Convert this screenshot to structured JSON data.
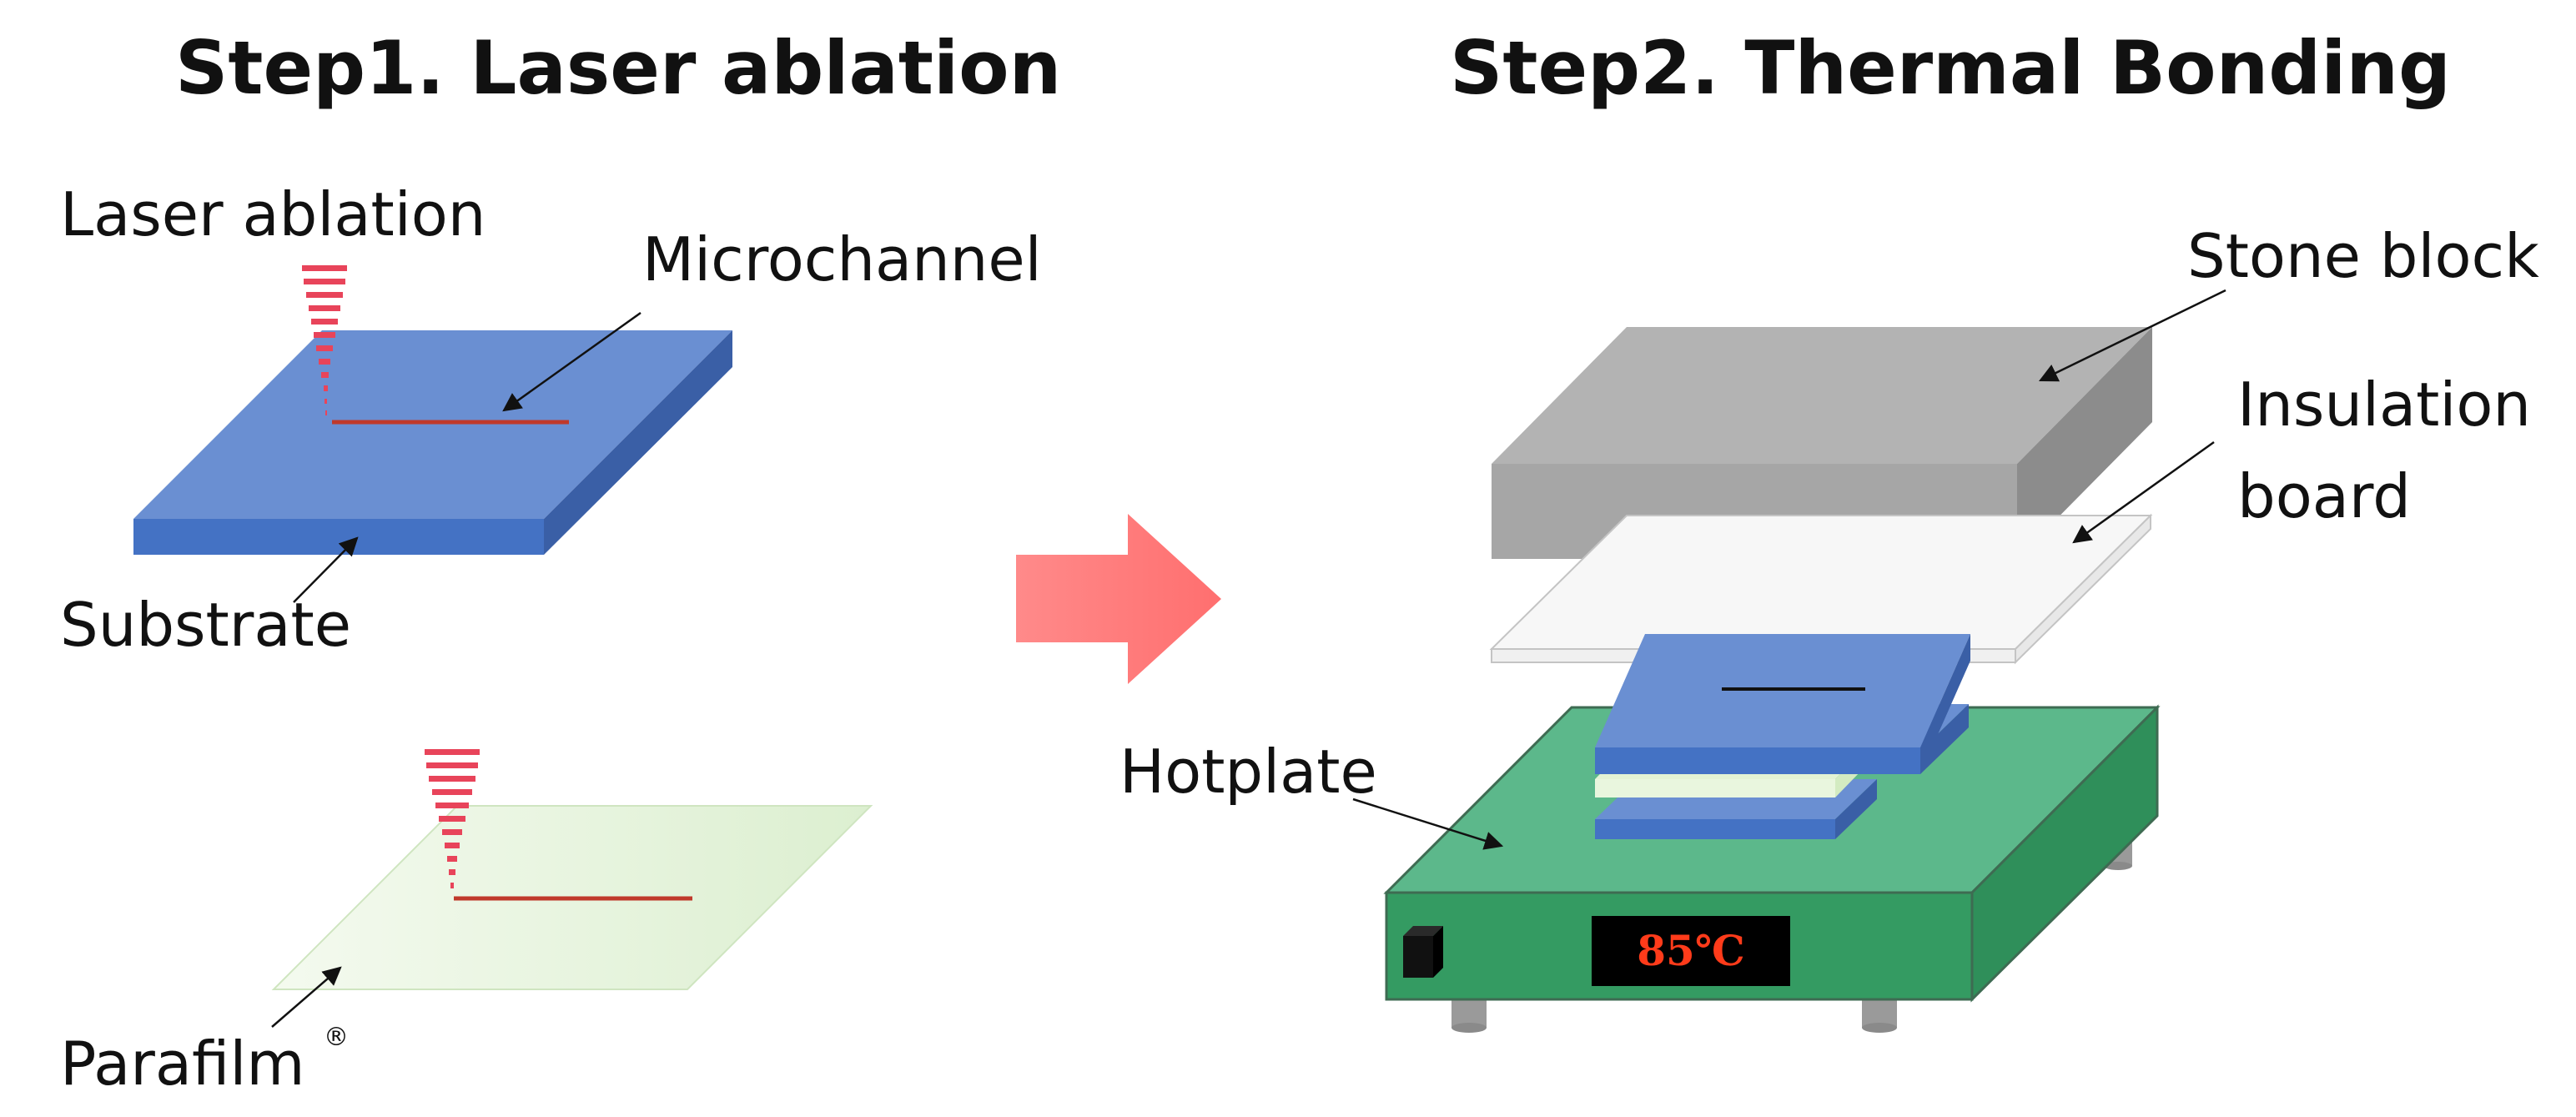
{
  "titles": {
    "step1": "Step1. Laser ablation",
    "step2": "Step2. Thermal Bonding"
  },
  "step1_labels": {
    "laser_ablation": "Laser ablation",
    "microchannel": "Microchannel",
    "substrate": "Substrate",
    "parafilm": "Parafilm",
    "registered_mark": "®"
  },
  "step2_labels": {
    "stone_block": "Stone block",
    "insulation_board_line1": "Insulation",
    "insulation_board_line2": "board",
    "hotplate": "Hotplate",
    "temperature_display": "85℃"
  },
  "colors": {
    "substrate_top": "#6a8fd2",
    "substrate_front": "#4472c4",
    "substrate_side": "#3a5fa6",
    "channel": "#c0392b",
    "laser_beam": "#e8445a",
    "parafilm_fill": "#e6f3dc",
    "arrow": "#ff7c7c",
    "stone_top": "#b3b3b3",
    "stone_front": "#a6a6a6",
    "stone_side": "#8c8c8c",
    "hotplate_top": "#5cb88b",
    "hotplate_front": "#349b62",
    "hotplate_side": "#2f8f5a",
    "display_bg": "#000000",
    "display_text": "#ff3b1a"
  }
}
